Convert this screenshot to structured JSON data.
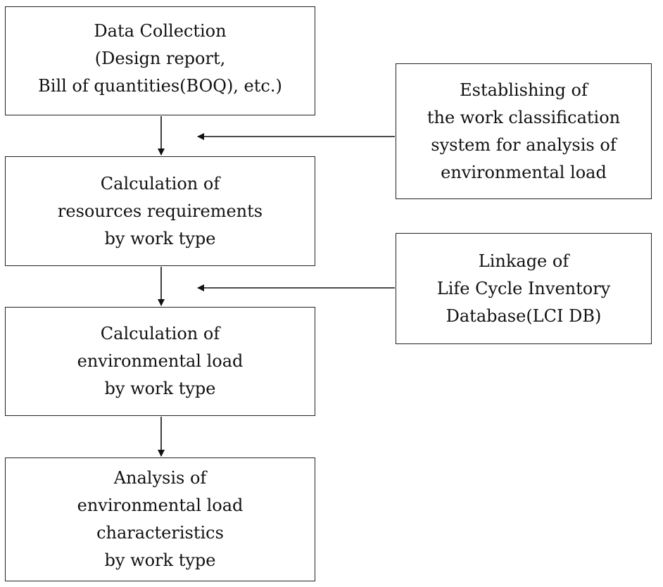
{
  "diagram": {
    "main_flow": [
      {
        "id": "data_collection",
        "lines": [
          "Data Collection",
          "(Design report,",
          "Bill of quantities(BOQ), etc.)"
        ]
      },
      {
        "id": "resources",
        "lines": [
          "Calculation of",
          "resources requirements",
          "by work type"
        ]
      },
      {
        "id": "environmental_load",
        "lines": [
          "Calculation of",
          "environmental load",
          "by work type"
        ]
      },
      {
        "id": "analysis",
        "lines": [
          "Analysis of",
          "environmental load",
          "characteristics",
          "by work type"
        ]
      }
    ],
    "side_inputs": [
      {
        "id": "establishing",
        "lines": [
          "Establishing of",
          "the work classification",
          "system for analysis of",
          "environmental load"
        ],
        "feeds": "data_collection_to_resources_arrow"
      },
      {
        "id": "linkage",
        "lines": [
          "Linkage of",
          "Life Cycle Inventory",
          "Database(LCI DB)"
        ],
        "feeds": "resources_to_environmental_load_arrow"
      }
    ],
    "colors": {
      "stroke": "#222222",
      "background": "#ffffff",
      "text": "#111111"
    }
  }
}
